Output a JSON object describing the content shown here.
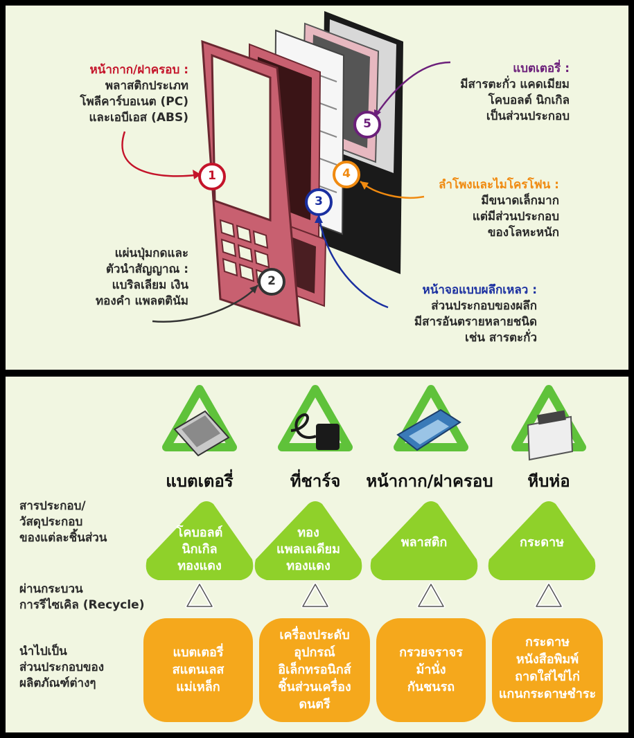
{
  "parts": [
    {
      "number": "1",
      "title": "หน้ากาก/ฝาครอบ :",
      "lines": [
        "พลาสติกประเภท",
        "โพลีคาร์บอเนต (PC)",
        "และเอบีเอส (ABS)"
      ],
      "color": "#c4142a"
    },
    {
      "number": "2",
      "title": "แผ่นปุ่มกดและ",
      "lines": [
        "ตัวนำสัญญาณ :",
        "แบริลเลียม เงิน",
        "ทองคำ แพลตตินัม"
      ],
      "color": "#333333"
    },
    {
      "number": "3",
      "title": "หน้าจอแบบผลึกเหลว :",
      "lines": [
        "ส่วนประกอบของผลึก",
        "มีสารอันตรายหลายชนิด",
        "เช่น สารตะกั่ว"
      ],
      "color": "#1a2fa0"
    },
    {
      "number": "4",
      "title": "ลำโพงและไมโครโฟน :",
      "lines": [
        "มีขนาดเล็กมาก",
        "แต่มีส่วนประกอบ",
        "ของโลหะหนัก"
      ],
      "color": "#f08a10"
    },
    {
      "number": "5",
      "title": "แบตเตอรี่ :",
      "lines": [
        "มีสารตะกั่ว แคดเมียม",
        "โคบอลต์ นิกเกิล",
        "เป็นส่วนประกอบ"
      ],
      "color": "#6b1f7a"
    }
  ],
  "recycle": {
    "row_labels": {
      "components": [
        "สารประกอบ/",
        "วัสดุประกอบ",
        "ของแต่ละชิ้นส่วน"
      ],
      "process": [
        "ผ่านกระบวน",
        "การรีไซเคิล (Recycle)"
      ],
      "products": [
        "นำไปเป็น",
        "ส่วนประกอบของ",
        "ผลิตภัณฑ์ต่างๆ"
      ]
    },
    "columns": [
      {
        "name": "แบตเตอรี่",
        "materials": [
          "โคบอลต์",
          "นิกเกิล",
          "ทองแดง"
        ],
        "products": [
          "แบตเตอรี่",
          "สแตนเลส",
          "แม่เหล็ก"
        ],
        "icon": "battery-icon"
      },
      {
        "name": "ที่ชาร์จ",
        "materials": [
          "ทอง",
          "แพลเลเดียม",
          "ทองแดง"
        ],
        "products": [
          "เครื่องประดับ",
          "อุปกรณ์",
          "อิเล็กทรอนิกส์",
          "ชิ้นส่วนเครื่อง",
          "ดนตรี"
        ],
        "icon": "charger-icon"
      },
      {
        "name": "หน้ากาก/ฝาครอบ",
        "materials": [
          "พลาสติก"
        ],
        "products": [
          "กรวยจราจร",
          "ม้านั่ง",
          "กันชนรถ"
        ],
        "icon": "phone-case-icon"
      },
      {
        "name": "หีบห่อ",
        "materials": [
          "กระดาษ"
        ],
        "products": [
          "กระดาษ",
          "หนังสือพิมพ์",
          "ถาดใส่ไข่ไก่",
          "แกนกระดาษชำระ"
        ],
        "icon": "package-icon"
      }
    ]
  },
  "colors": {
    "green": "#8fd12a",
    "orange": "#f5a81c",
    "phone": "#c86070",
    "background": "#f1f6e1"
  }
}
